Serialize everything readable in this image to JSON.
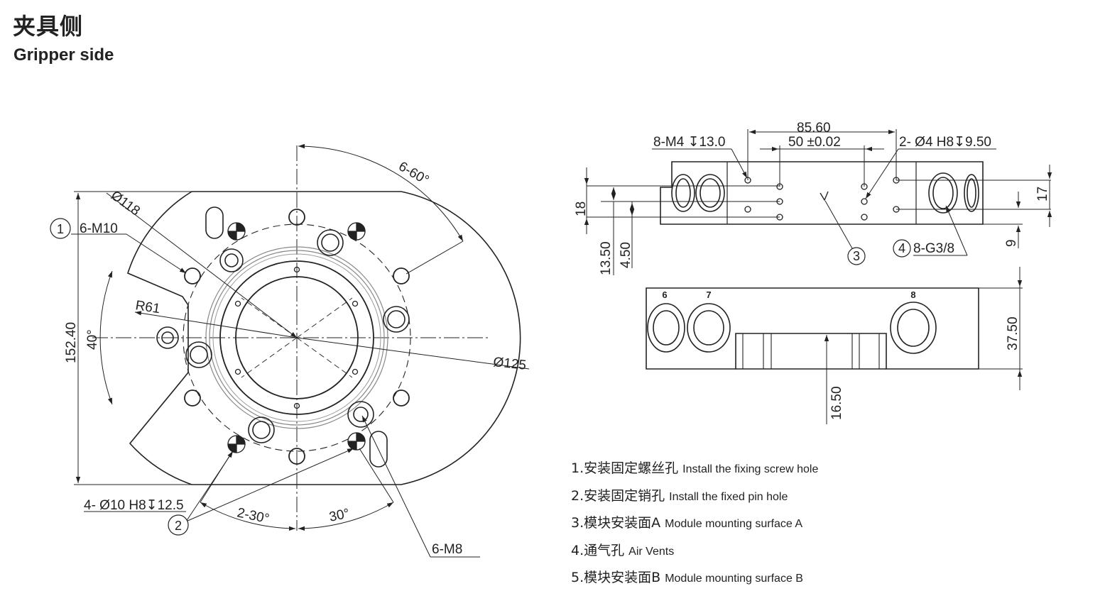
{
  "header": {
    "title_cn": "夹具侧",
    "title_en": "Gripper side"
  },
  "front_view": {
    "dims": {
      "pcd_angle": "6-60°",
      "dia_118": "Ø118",
      "m10": "6-M10",
      "r61": "R61",
      "angle_40": "40°",
      "height_152": "152.40",
      "dia_125": "Ø125",
      "pin_hole": "4- Ø10 H8↧12.5",
      "angle_2x30": "2-30°",
      "angle_30": "30°",
      "m8": "6-M8"
    },
    "callouts": {
      "c1": "1",
      "c2": "2"
    }
  },
  "top_view": {
    "dims": {
      "d8560": "85.60",
      "d50": "50 ±0.02",
      "m4": "8-M4 ↧13.0",
      "pin4": "2- Ø4 H8↧9.50",
      "d18": "18",
      "d1350": "13.50",
      "d450": "4.50",
      "d17": "17",
      "d9": "9",
      "g38": "8-G3/8"
    },
    "callouts": {
      "c3": "3",
      "c4": "4"
    }
  },
  "side_view": {
    "dims": {
      "d3750": "37.50",
      "d1650": "16.50"
    },
    "port_labels": {
      "p6": "6",
      "p7": "7",
      "p8": "8"
    }
  },
  "legend": [
    {
      "num": "1.",
      "cn": "安装固定螺丝孔",
      "en": "Install the fixing screw hole"
    },
    {
      "num": "2.",
      "cn": "安装固定销孔",
      "en": "Install the fixed pin hole"
    },
    {
      "num": "3.",
      "cn": "模块安装面A",
      "en": "Module mounting surface A"
    },
    {
      "num": "4.",
      "cn": "通气孔",
      "en": "Air Vents"
    },
    {
      "num": "5.",
      "cn": "模块安装面B",
      "en": "Module mounting surface B"
    }
  ]
}
